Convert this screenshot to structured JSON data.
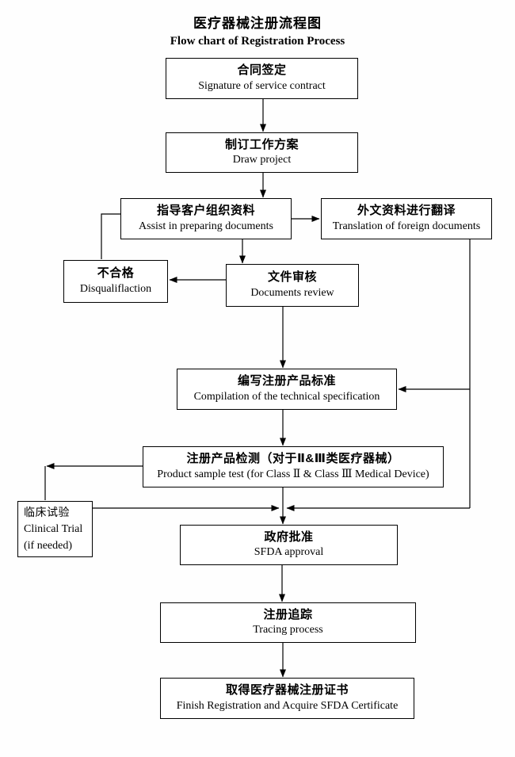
{
  "page": {
    "title_zh": "医疗器械注册流程图",
    "title_en": "Flow chart of Registration Process"
  },
  "nodes": {
    "contract": {
      "zh": "合同签定",
      "en": "Signature of service contract"
    },
    "project": {
      "zh": "制订工作方案",
      "en": "Draw project"
    },
    "prepare": {
      "zh": "指导客户组织资料",
      "en": "Assist in preparing documents"
    },
    "translation": {
      "zh": "外文资料进行翻译",
      "en": "Translation of foreign documents"
    },
    "disqualified": {
      "zh": "不合格",
      "en": "Disqualiflaction"
    },
    "review": {
      "zh": "文件审核",
      "en": "Documents review"
    },
    "compilation": {
      "zh": "编写注册产品标准",
      "en": "Compilation of the technical specification"
    },
    "sample_test": {
      "zh": "注册产品检测（对于Ⅱ&Ⅲ类医疗器械）",
      "en": "Product sample test (for Class Ⅱ & Class Ⅲ Medical Device)"
    },
    "clinical_trial": {
      "zh": "临床试验",
      "en": "Clinical Trial",
      "note": "(if needed)"
    },
    "approval": {
      "zh": "政府批准",
      "en": "SFDA approval"
    },
    "tracing": {
      "zh": "注册追踪",
      "en": "Tracing process"
    },
    "certificate": {
      "zh": "取得医疗器械注册证书",
      "en": "Finish Registration and Acquire SFDA Certificate"
    }
  },
  "edges": [
    {
      "from": "contract",
      "to": "project",
      "arrow": true
    },
    {
      "from": "project",
      "to": "prepare",
      "arrow": true
    },
    {
      "from": "prepare",
      "to": "translation",
      "arrow": true
    },
    {
      "from": "prepare",
      "to": "review",
      "arrow": true
    },
    {
      "from": "review",
      "to": "disqualified",
      "arrow": true
    },
    {
      "from": "disqualified",
      "to": "prepare",
      "arrow": false
    },
    {
      "from": "review",
      "to": "compilation",
      "arrow": true
    },
    {
      "from": "translation",
      "to": "compilation",
      "arrow": true
    },
    {
      "from": "compilation",
      "to": "sample_test",
      "arrow": true
    },
    {
      "from": "sample_test",
      "to": "clinical_trial",
      "arrow": true
    },
    {
      "from": "clinical_trial",
      "to": "approval",
      "arrow": true
    },
    {
      "from": "translation",
      "to": "approval",
      "arrow": true
    },
    {
      "from": "sample_test",
      "to": "approval",
      "arrow": true
    },
    {
      "from": "approval",
      "to": "tracing",
      "arrow": true
    },
    {
      "from": "tracing",
      "to": "certificate",
      "arrow": true
    }
  ],
  "colors": {
    "line": "#000000",
    "box_border": "#000000",
    "background": "#fefefe",
    "text": "#000000"
  }
}
